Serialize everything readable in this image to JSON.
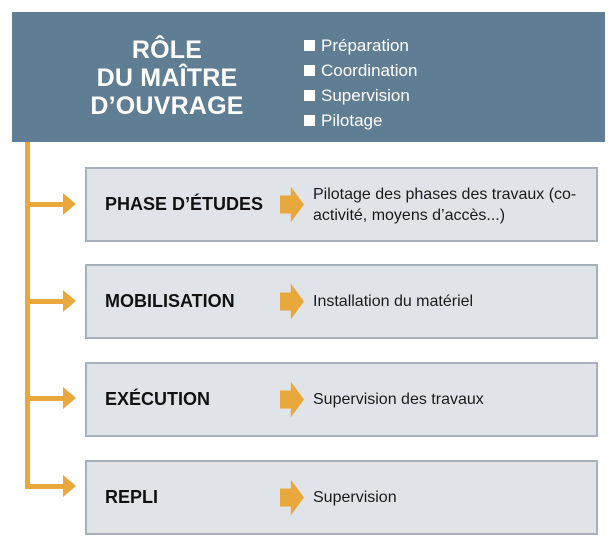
{
  "header": {
    "title_lines": [
      "RÔLE",
      "DU MAÎTRE",
      "D’OUVRAGE"
    ],
    "items": [
      "Préparation",
      "Coordination",
      "Supervision",
      "Pilotage"
    ],
    "background_color": "#5f7d93"
  },
  "accent_color": "#e8a83b",
  "phases": [
    {
      "label": "PHASE D’ÉTUDES",
      "description": "Pilotage des phases des travaux (co-activité, moyens d’accès...)"
    },
    {
      "label": "MOBILISATION",
      "description": "Installation du matériel"
    },
    {
      "label": "EXÉCUTION",
      "description": "Supervision des travaux"
    },
    {
      "label": "REPLI",
      "description": "Supervision"
    }
  ],
  "icons": {
    "bullet": "square-bullet-icon",
    "phase_arrow": "chevron-arrow-icon",
    "connector": "arrow-right-icon"
  }
}
